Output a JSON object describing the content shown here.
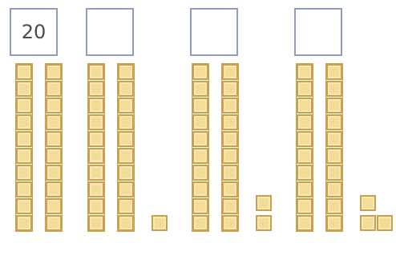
{
  "colors": {
    "box_border": "#8e9cc0",
    "cube_fill": "#f3dc95",
    "cube_border": "#c9a24f",
    "answer_text": "#4a4a4a"
  },
  "groups": [
    {
      "answer": "20",
      "tens": 2,
      "ones_bottom": 0,
      "ones_stacked": 0
    },
    {
      "answer": "",
      "tens": 2,
      "ones_bottom": 1,
      "ones_stacked": 0
    },
    {
      "answer": "",
      "tens": 2,
      "ones_bottom": 1,
      "ones_stacked": 1
    },
    {
      "answer": "",
      "tens": 2,
      "ones_bottom": 2,
      "ones_stacked": 1
    }
  ]
}
